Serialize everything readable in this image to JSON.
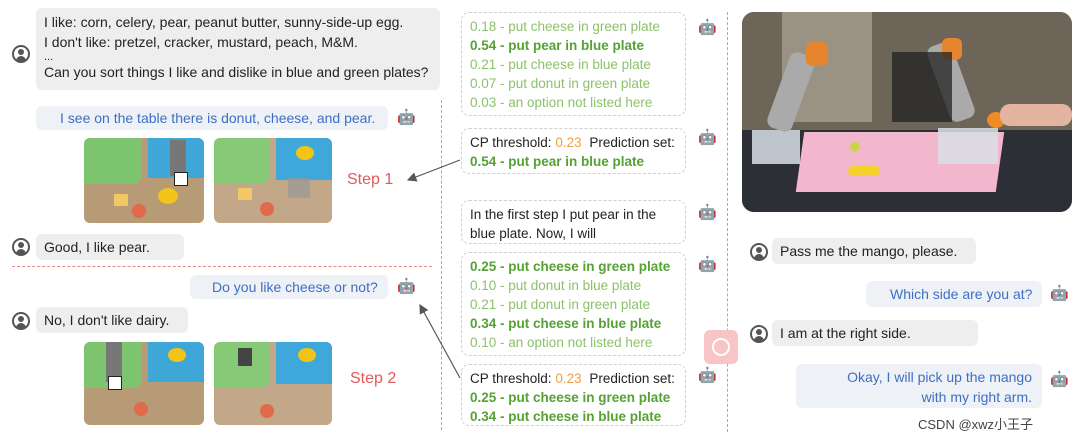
{
  "left": {
    "user1_lines": [
      "I like: corn, celery, pear, peanut butter, sunny-side-up egg.",
      "I don't like: pretzel, cracker, mustard, peach, M&M.",
      "...",
      "Can you sort things I like and dislike in blue and green plates?"
    ],
    "robot1": "I see on the table there is donut, cheese, and pear.",
    "step1": "Step 1",
    "user2": "Good, I like pear.",
    "robot2": "Do you like cheese or not?",
    "user3": "No, I don't like dairy.",
    "step2": "Step 2"
  },
  "middle": {
    "options1": [
      "0.18 - put cheese in green plate",
      "0.54 - put pear in blue plate",
      "0.21 - put cheese in blue plate",
      "0.07 - put donut in green plate",
      "0.03 - an option not listed here"
    ],
    "cp1": {
      "label": "CP threshold:",
      "value": "0.23",
      "pset_label": "Prediction set:",
      "result": "0.54 - put pear in blue plate"
    },
    "prompt": "In the first step I put pear in the blue plate. Now, I will",
    "options2": [
      "0.25 - put cheese in green plate",
      "0.10 - put donut in blue plate",
      "0.21 - put donut in green plate",
      "0.34 - put cheese in blue plate",
      "0.10 - an option not listed here"
    ],
    "cp2": {
      "label": "CP threshold:",
      "value": "0.23",
      "pset_label": "Prediction set:",
      "results": [
        "0.25 - put cheese in green plate",
        "0.34 - put cheese in blue plate"
      ]
    }
  },
  "right": {
    "user1": "Pass me the mango, please.",
    "robot1": "Which side are you at?",
    "user2": "I am at the right side.",
    "robot2": "Okay, I will pick up the mango with my right arm."
  },
  "watermark": "CSDN @xwz小王子",
  "colors": {
    "green_bold": "#55a134",
    "green_light": "#8cc26a",
    "blue_text": "#3f6fc4",
    "step_red": "#e25a5a",
    "threshold_orange": "#f0a040"
  }
}
